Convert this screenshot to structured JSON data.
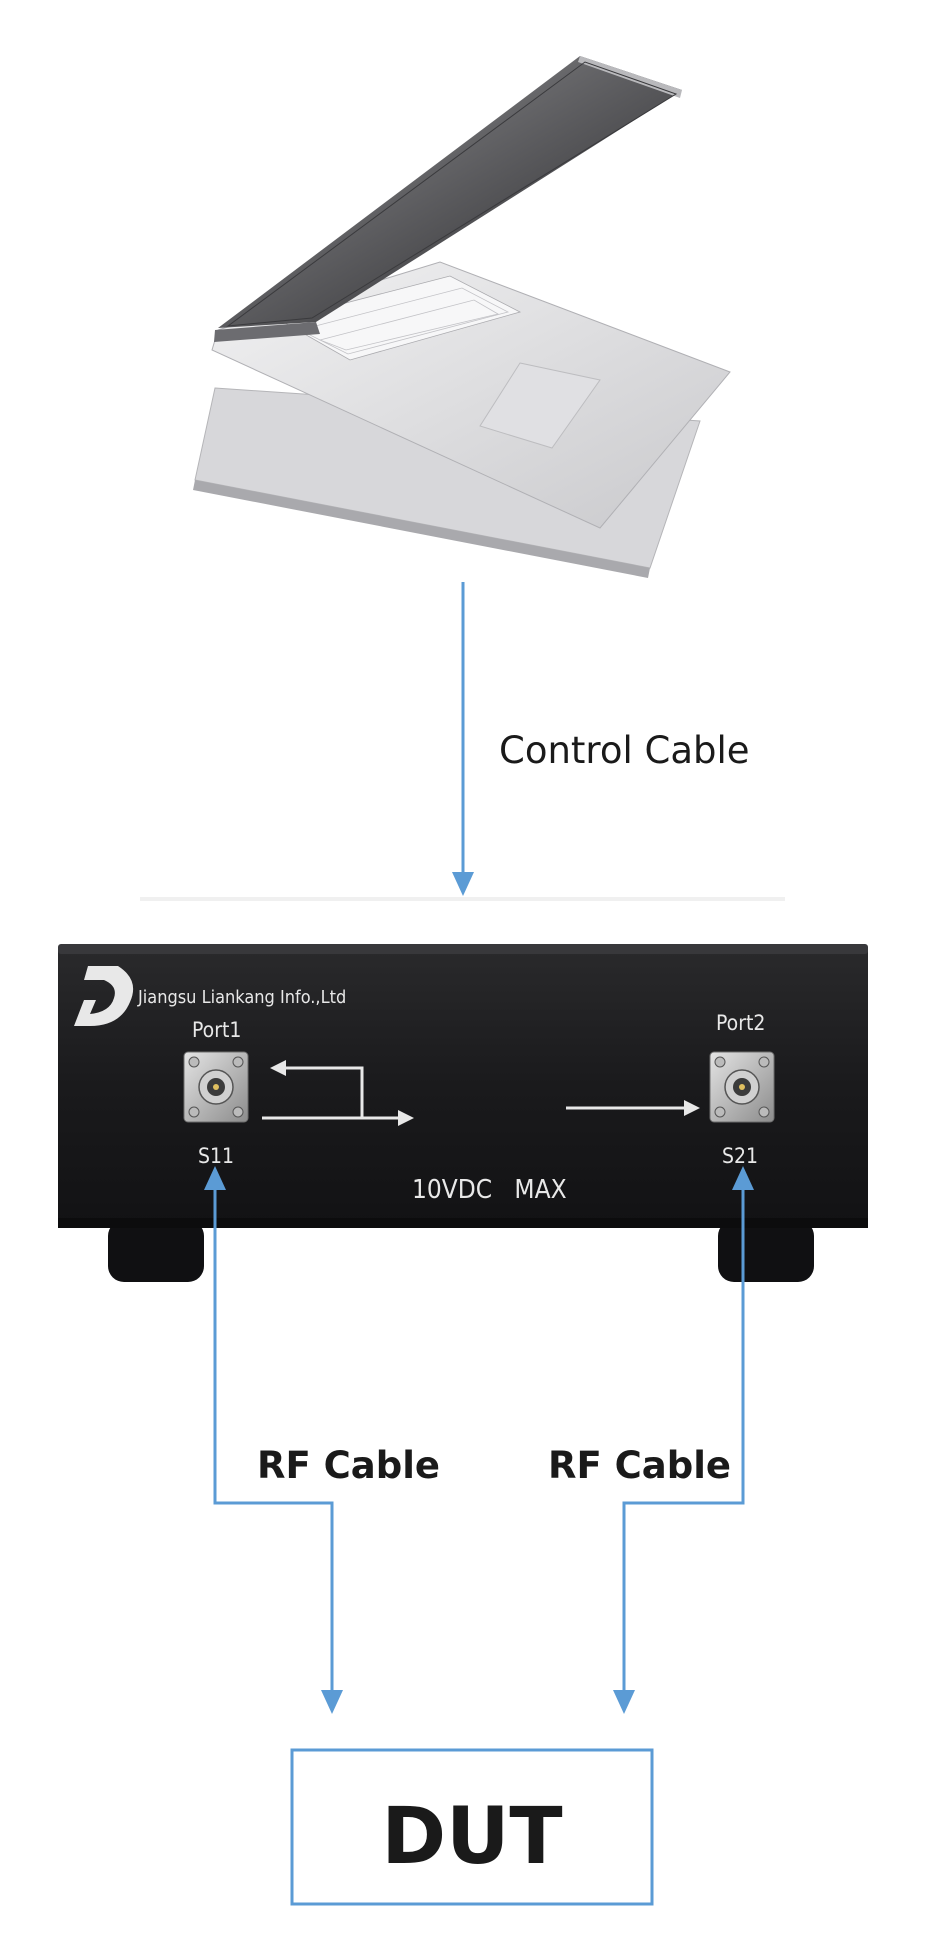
{
  "labels": {
    "control_cable": "Control Cable",
    "rf_cable_left": "RF Cable",
    "rf_cable_right": "RF Cable",
    "dut": "DUT"
  },
  "device": {
    "brand": "Jiangsu Liankang Info.,Ltd",
    "port1": "Port1",
    "port2": "Port2",
    "s11": "S11",
    "s21": "S21",
    "voltage": "10VDC   MAX"
  },
  "colors": {
    "arrow": "#5b9bd5",
    "device_body": "#1c1c1e",
    "dut_border": "#5b9bd5",
    "text": "#1a1a1a"
  },
  "icons": {
    "laptop": "laptop-image",
    "logo": "company-logo-icon",
    "connector": "sma-connector-icon"
  }
}
